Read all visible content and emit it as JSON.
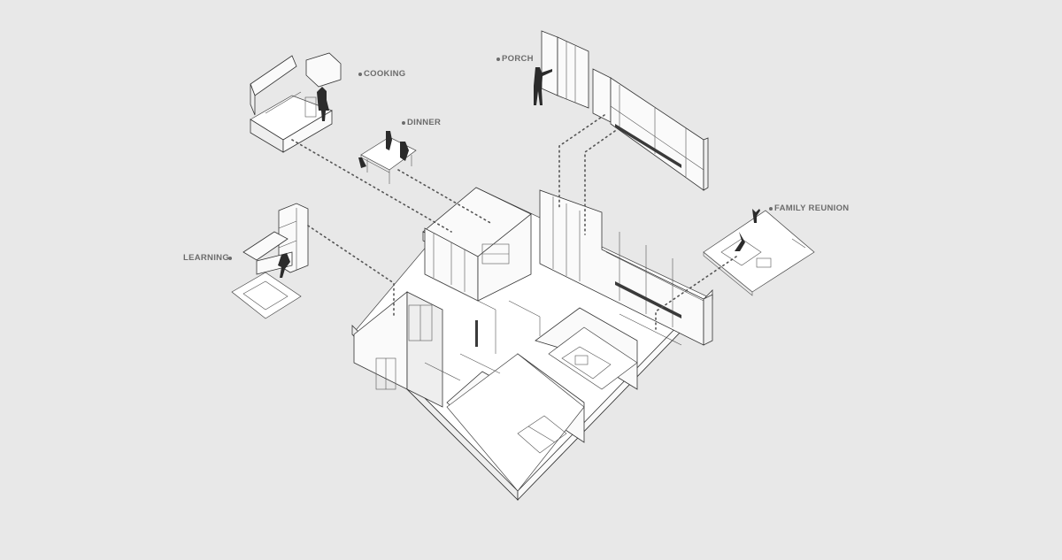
{
  "labels": {
    "cooking": "COOKING",
    "dinner": "DINNER",
    "porch": "PORCH",
    "family_reunion": "FAMILY REUNION",
    "learning": "LEARNING"
  },
  "colors": {
    "background": "#e8e8e8",
    "label_text": "#6c6c6c",
    "line": "#333333"
  }
}
